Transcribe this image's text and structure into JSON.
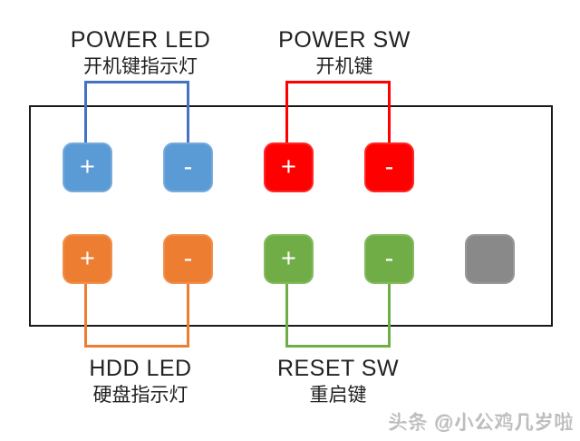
{
  "groups": {
    "power_led": {
      "en": "POWER LED",
      "zh": "开机键指示灯"
    },
    "power_sw": {
      "en": "POWER SW",
      "zh": "开机键"
    },
    "hdd_led": {
      "en": "HDD LED",
      "zh": "硬盘指示灯"
    },
    "reset_sw": {
      "en": "RESET SW",
      "zh": "重启键"
    }
  },
  "pins": {
    "power_led_plus": "+",
    "power_led_minus": "-",
    "power_sw_plus": "+",
    "power_sw_minus": "-",
    "hdd_led_plus": "+",
    "hdd_led_minus": "-",
    "reset_sw_plus": "+",
    "reset_sw_minus": "-",
    "unused": ""
  },
  "colors": {
    "power_led_pin": "#5B9BD5",
    "power_led_line": "#4472C4",
    "power_sw_pin": "#FF0000",
    "power_sw_line": "#FF0000",
    "hdd_led_pin": "#ED7D31",
    "hdd_led_line": "#ED7D31",
    "reset_sw_pin": "#70AD47",
    "reset_sw_line": "#70AD47",
    "unused_pin": "#898989",
    "header_outline": "#1A1A1A",
    "background": "#FFFFFF"
  },
  "watermark": "头条 @小公鸡几岁啦"
}
